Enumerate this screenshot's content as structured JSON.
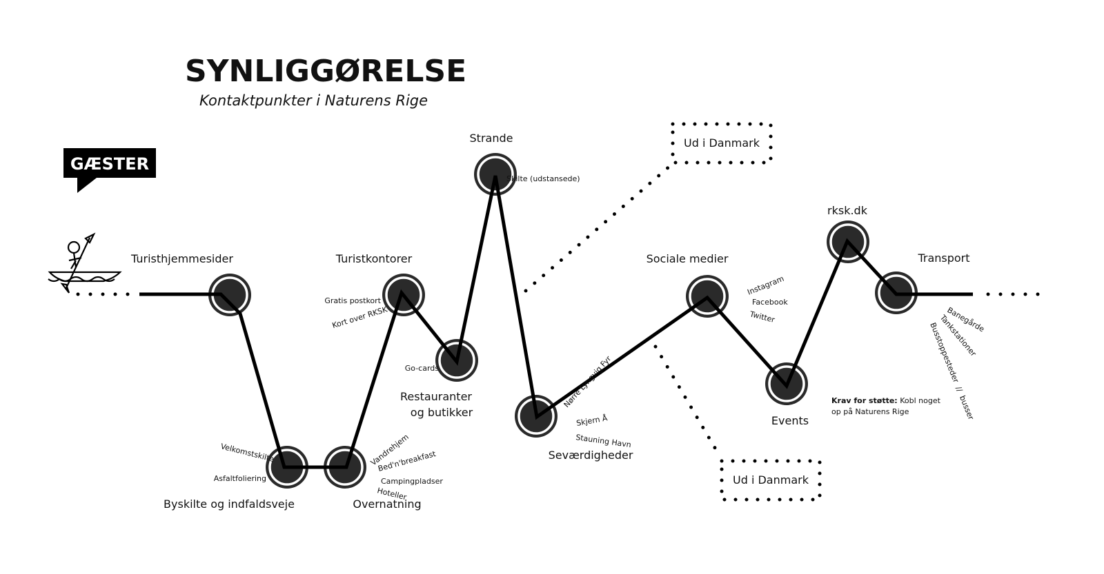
{
  "header": {
    "title": "SYNLIGGØRELSE",
    "subtitle": "Kontaktpunkter i Naturens Rige"
  },
  "badge": {
    "label": "GÆSTER"
  },
  "icons": {
    "guest": "kayaker-icon"
  },
  "nodes": {
    "turist": {
      "label": "Turisthjemmesider"
    },
    "byskilte": {
      "label": "Byskilte og indfaldsveje",
      "items": [
        "Velkomstskilte",
        "Asfaltfoliering"
      ]
    },
    "overnatning": {
      "label": "Overnatning",
      "items": [
        "Vandrehjem",
        "Bed'n'breakfast",
        "Campingpladser",
        "Hoteller"
      ]
    },
    "turistkontorer": {
      "label": "Turistkontorer",
      "items": [
        "Gratis postkort",
        "Kort over RKSK"
      ]
    },
    "restauranter": {
      "label1": "Restauranter",
      "label2": "og butikker",
      "items": [
        "Go-cards"
      ]
    },
    "strande": {
      "label": "Strande",
      "items": [
        "Skilte (udstansede)"
      ]
    },
    "sevaerdigheder": {
      "label": "Seværdigheder",
      "items": [
        "Nørre Lyngvig Fyr",
        "Skjern Å",
        "Stauning Havn"
      ]
    },
    "sociale": {
      "label": "Sociale medier",
      "items": [
        "Instagram",
        "Facebook",
        "Twitter"
      ]
    },
    "events": {
      "label": "Events",
      "note_bold": "Krav for støtte:",
      "note1": "Kobl noget",
      "note2": "op på Naturens Rige"
    },
    "rksk": {
      "label": "rksk.dk"
    },
    "transport": {
      "label": "Transport",
      "items": [
        "Banegårde",
        "Tankstationer",
        "Busstoppesteder  //  busser"
      ]
    }
  },
  "boxes": {
    "top": "Ud i Danmark",
    "bottom": "Ud i Danmark"
  }
}
